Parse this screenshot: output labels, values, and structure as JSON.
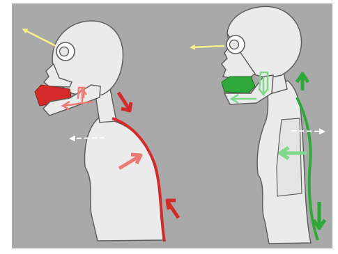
{
  "figure": {
    "description_items": [],
    "colors": {
      "background": "#a9a9a9",
      "body_fill": "#ebebeb",
      "body_stroke": "#5f5f5f",
      "gaze_arrow": "#f4f08a",
      "incorrect_posture": "#d42a2a",
      "incorrect_light": "#ee7a74",
      "correct_posture": "#2fa83a",
      "correct_light": "#7fd88a",
      "movement_arrow": "#ffffff"
    },
    "panels": [
      {
        "id": "incorrect",
        "accent": "incorrect_posture"
      },
      {
        "id": "correct",
        "accent": "correct_posture"
      }
    ],
    "icons": [
      "eye-icon",
      "gaze-arrow-icon",
      "spine-curve-icon",
      "direction-arrow-icon"
    ]
  }
}
